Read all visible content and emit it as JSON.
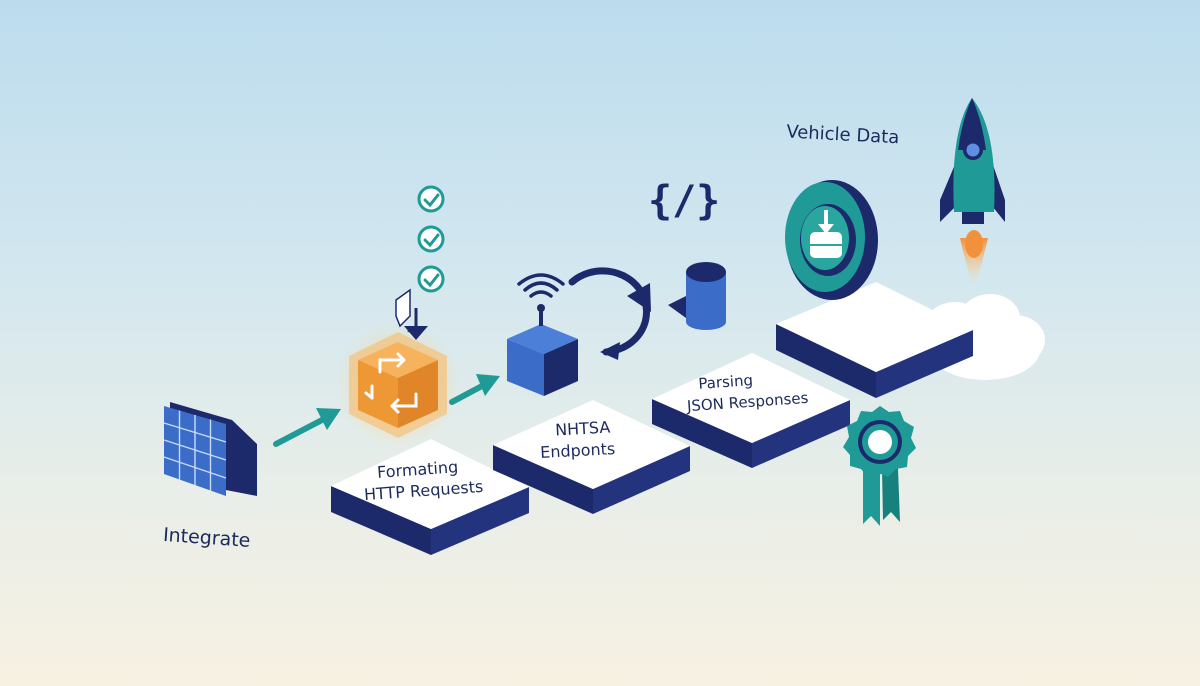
{
  "labels": {
    "integrate": "Integrate",
    "step1_line1": "Formating",
    "step1_line2": "HTTP Requests",
    "step2_line1": "NHTSA",
    "step2_line2": "Endponts",
    "step3_line1": "Parsing",
    "step3_line2": "JSON Responses",
    "vehicle_data": "Vehicle Data",
    "code_braces": "{/}"
  },
  "colors": {
    "navy": "#1c2a6b",
    "teal": "#1f9a96",
    "blue": "#3a6cc8",
    "orange": "#f0a03c",
    "white": "#ffffff",
    "flame": "#f2913b"
  },
  "icons": [
    "solar-panel-icon",
    "arrow-right-icon",
    "package-box-icon",
    "cursor-pointer-icon",
    "checkmark-icon",
    "wifi-signal-icon",
    "api-cube-icon",
    "refresh-cycle-icon",
    "code-braces-icon",
    "cylinder-icon",
    "database-download-icon",
    "award-ribbon-icon",
    "rocket-icon",
    "cloud-icon"
  ]
}
